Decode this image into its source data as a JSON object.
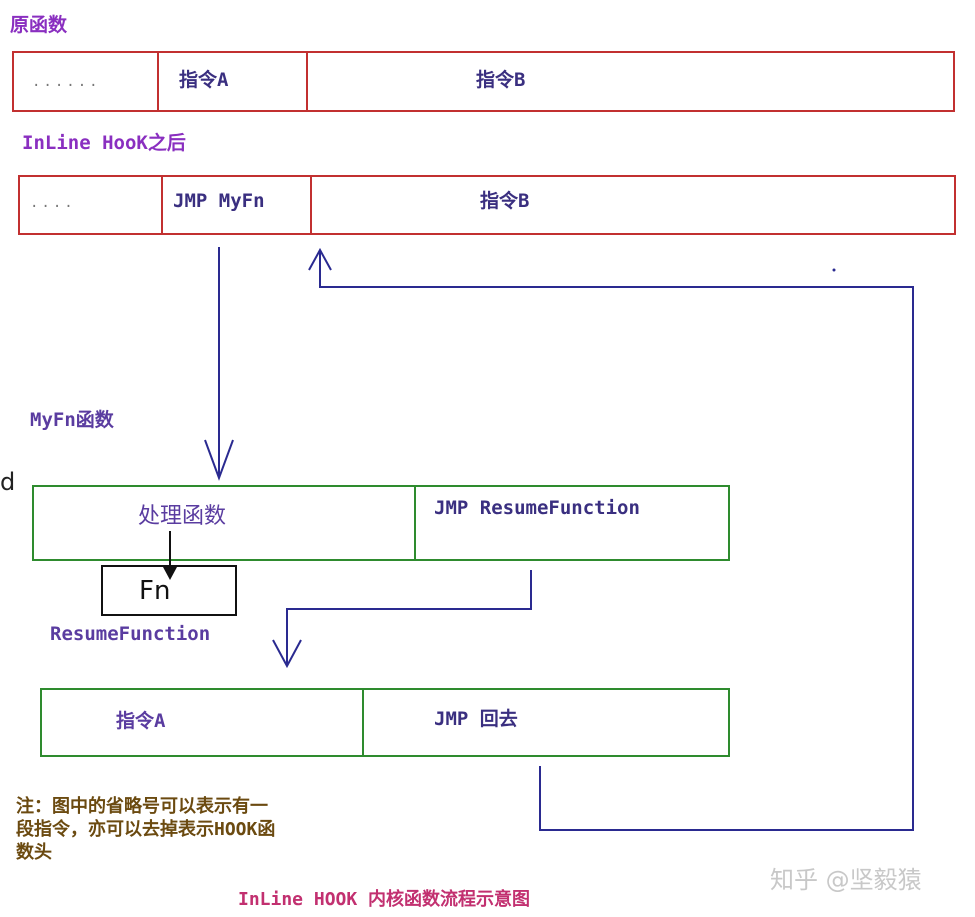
{
  "labels": {
    "original_function": "原函数",
    "after_hook": "InLine HooK之后",
    "myfn_function": "MyFn函数",
    "resume_function": "ResumeFunction",
    "edge_letter": "d"
  },
  "row1": {
    "cells": [
      "......",
      "指令A",
      "指令B"
    ]
  },
  "row2": {
    "cells": [
      "....",
      "JMP MyFn",
      "指令B"
    ]
  },
  "row3": {
    "cells": [
      "处理函数",
      "JMP ResumeFunction"
    ]
  },
  "fn_box": "Fn",
  "row4": {
    "cells": [
      "指令A",
      "JMP 回去"
    ]
  },
  "note": {
    "line1": "注：图中的省略号可以表示有一",
    "line2": "段指令，亦可以去掉表示HOOK函",
    "line3": "数头"
  },
  "footer_title": "InLine HOOK 内核函数流程示意图",
  "watermark": "知乎 @坚毅猿",
  "colors": {
    "red_border": "#c23030",
    "green_border": "#2e8b2e",
    "blue_arrow": "#2a2a90",
    "purple_text": "#8a2fc0"
  }
}
